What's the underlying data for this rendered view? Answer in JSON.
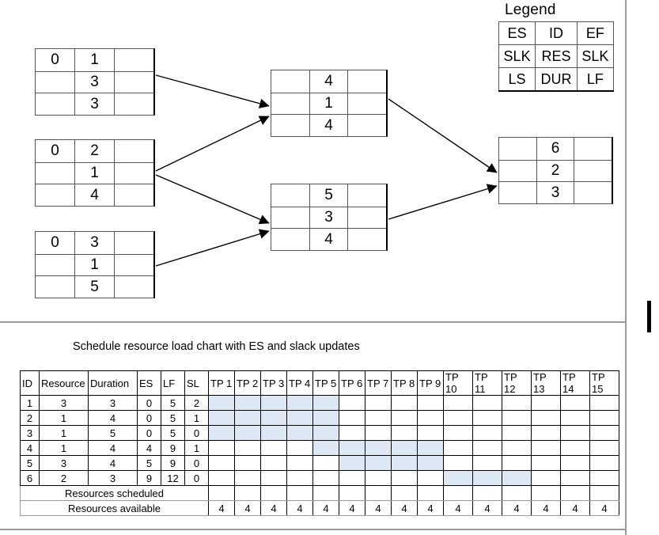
{
  "legend": {
    "title": "Legend",
    "rows": [
      [
        "ES",
        "ID",
        "EF"
      ],
      [
        "SLK",
        "RES",
        "SLK"
      ],
      [
        "LS",
        "DUR",
        "LF"
      ]
    ]
  },
  "network": {
    "nodes": [
      {
        "id": "node-1",
        "rows": [
          [
            "0",
            "1",
            ""
          ],
          [
            "",
            "3",
            ""
          ],
          [
            "",
            "3",
            ""
          ]
        ]
      },
      {
        "id": "node-2",
        "rows": [
          [
            "0",
            "2",
            ""
          ],
          [
            "",
            "1",
            ""
          ],
          [
            "",
            "4",
            ""
          ]
        ]
      },
      {
        "id": "node-3",
        "rows": [
          [
            "0",
            "3",
            ""
          ],
          [
            "",
            "1",
            ""
          ],
          [
            "",
            "5",
            ""
          ]
        ]
      },
      {
        "id": "node-4",
        "rows": [
          [
            "",
            "4",
            ""
          ],
          [
            "",
            "1",
            ""
          ],
          [
            "",
            "4",
            ""
          ]
        ]
      },
      {
        "id": "node-5",
        "rows": [
          [
            "",
            "5",
            ""
          ],
          [
            "",
            "3",
            ""
          ],
          [
            "",
            "4",
            ""
          ]
        ]
      },
      {
        "id": "node-6",
        "rows": [
          [
            "",
            "6",
            ""
          ],
          [
            "",
            "2",
            ""
          ],
          [
            "",
            "3",
            ""
          ]
        ]
      }
    ],
    "edges": [
      "1->4",
      "2->4",
      "2->5",
      "3->5",
      "4->6",
      "5->6"
    ]
  },
  "chart_title": "Schedule resource load chart with ES and slack updates",
  "load_chart": {
    "columns": [
      "ID",
      "Resource",
      "Duration",
      "ES",
      "LF",
      "SL"
    ],
    "time_periods": [
      "TP 1",
      "TP 2",
      "TP 3",
      "TP 4",
      "TP 5",
      "TP 6",
      "TP 7",
      "TP 8",
      "TP 9",
      "TP 10",
      "TP 11",
      "TP 12",
      "TP 13",
      "TP 14",
      "TP 15"
    ],
    "rows": [
      {
        "id": "1",
        "resource": "3",
        "duration": "3",
        "es": "0",
        "lf": "5",
        "sl": "2",
        "shaded": [
          1,
          2,
          3,
          4,
          5
        ]
      },
      {
        "id": "2",
        "resource": "1",
        "duration": "4",
        "es": "0",
        "lf": "5",
        "sl": "1",
        "shaded": [
          1,
          2,
          3,
          4,
          5
        ]
      },
      {
        "id": "3",
        "resource": "1",
        "duration": "5",
        "es": "0",
        "lf": "5",
        "sl": "0",
        "shaded": [
          1,
          2,
          3,
          4,
          5
        ]
      },
      {
        "id": "4",
        "resource": "1",
        "duration": "4",
        "es": "4",
        "lf": "9",
        "sl": "1",
        "shaded": [
          5,
          6,
          7,
          8,
          9
        ]
      },
      {
        "id": "5",
        "resource": "3",
        "duration": "4",
        "es": "5",
        "lf": "9",
        "sl": "0",
        "shaded": [
          6,
          7,
          8,
          9
        ]
      },
      {
        "id": "6",
        "resource": "2",
        "duration": "3",
        "es": "9",
        "lf": "12",
        "sl": "0",
        "shaded": [
          10,
          11,
          12
        ]
      }
    ],
    "scheduled_label": "Resources scheduled",
    "scheduled_values": [
      "",
      "",
      "",
      "",
      "",
      "",
      "",
      "",
      "",
      "",
      "",
      "",
      "",
      "",
      ""
    ],
    "available_label": "Resources available",
    "available_values": [
      "4",
      "4",
      "4",
      "4",
      "4",
      "4",
      "4",
      "4",
      "4",
      "4",
      "4",
      "4",
      "4",
      "4",
      "4"
    ]
  },
  "colors": {
    "shaded_cell": "#dce9f5",
    "border": "#000000",
    "node_border": "#555555",
    "rule": "#9a9a9a"
  }
}
